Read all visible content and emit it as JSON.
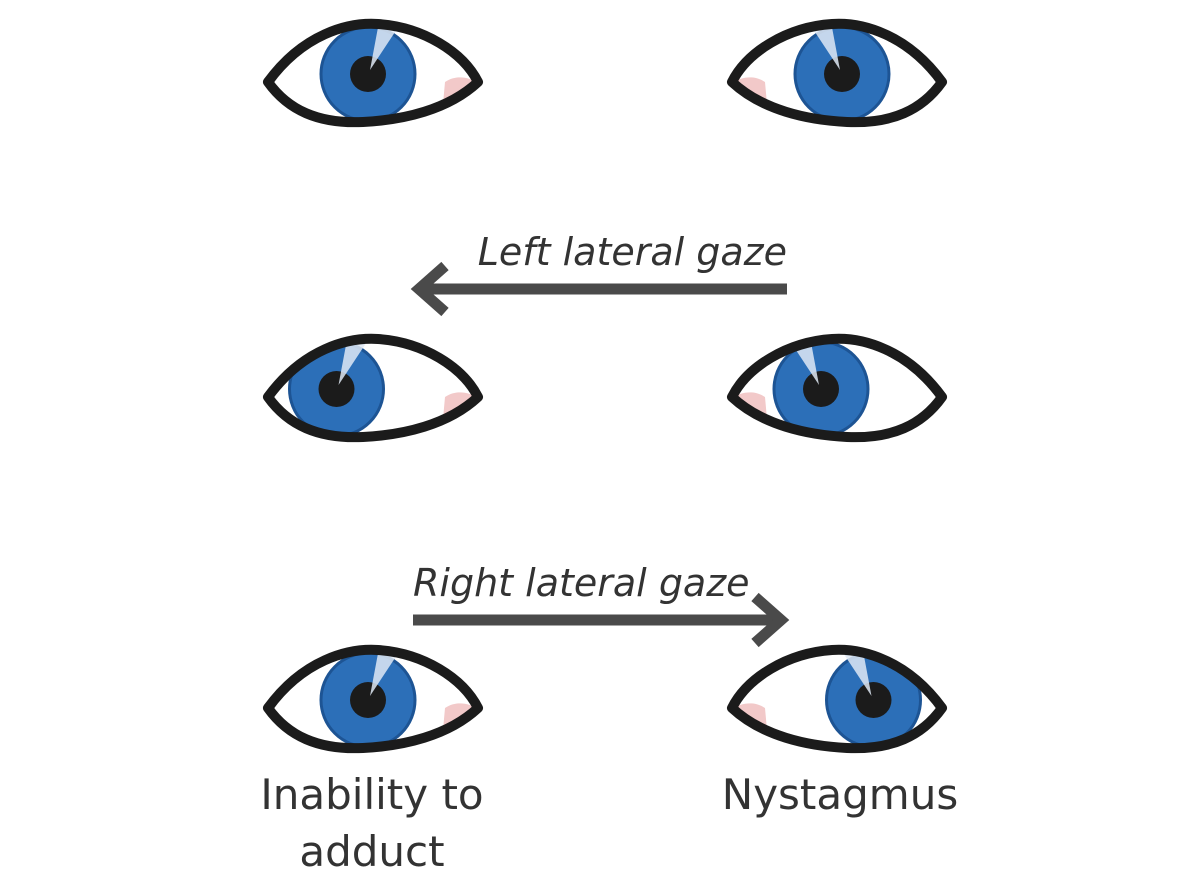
{
  "colors": {
    "outline": "#1b1b1b",
    "iris": "#2c6fb8",
    "iris_edge": "#1d5494",
    "pupil": "#1b1b1b",
    "highlight": "#dfe9f4",
    "caruncle": "#f2c9c9",
    "arrow": "#4a4a4a",
    "text": "#333333"
  },
  "rows": [
    {
      "name": "primary-gaze",
      "left_eye_gaze": 0.0,
      "right_eye_gaze": 0.0
    },
    {
      "name": "left-lateral-gaze",
      "left_eye_gaze": -0.3,
      "right_eye_gaze": -0.2
    },
    {
      "name": "right-lateral-gaze",
      "left_eye_gaze": 0.0,
      "right_eye_gaze": 0.3
    }
  ],
  "arrows": {
    "left": {
      "label": "Left lateral gaze",
      "direction": "left"
    },
    "right": {
      "label": "Right lateral gaze",
      "direction": "right"
    }
  },
  "captions": {
    "left_line1": "Inability to",
    "left_line2": "adduct",
    "right": "Nystagmus"
  }
}
